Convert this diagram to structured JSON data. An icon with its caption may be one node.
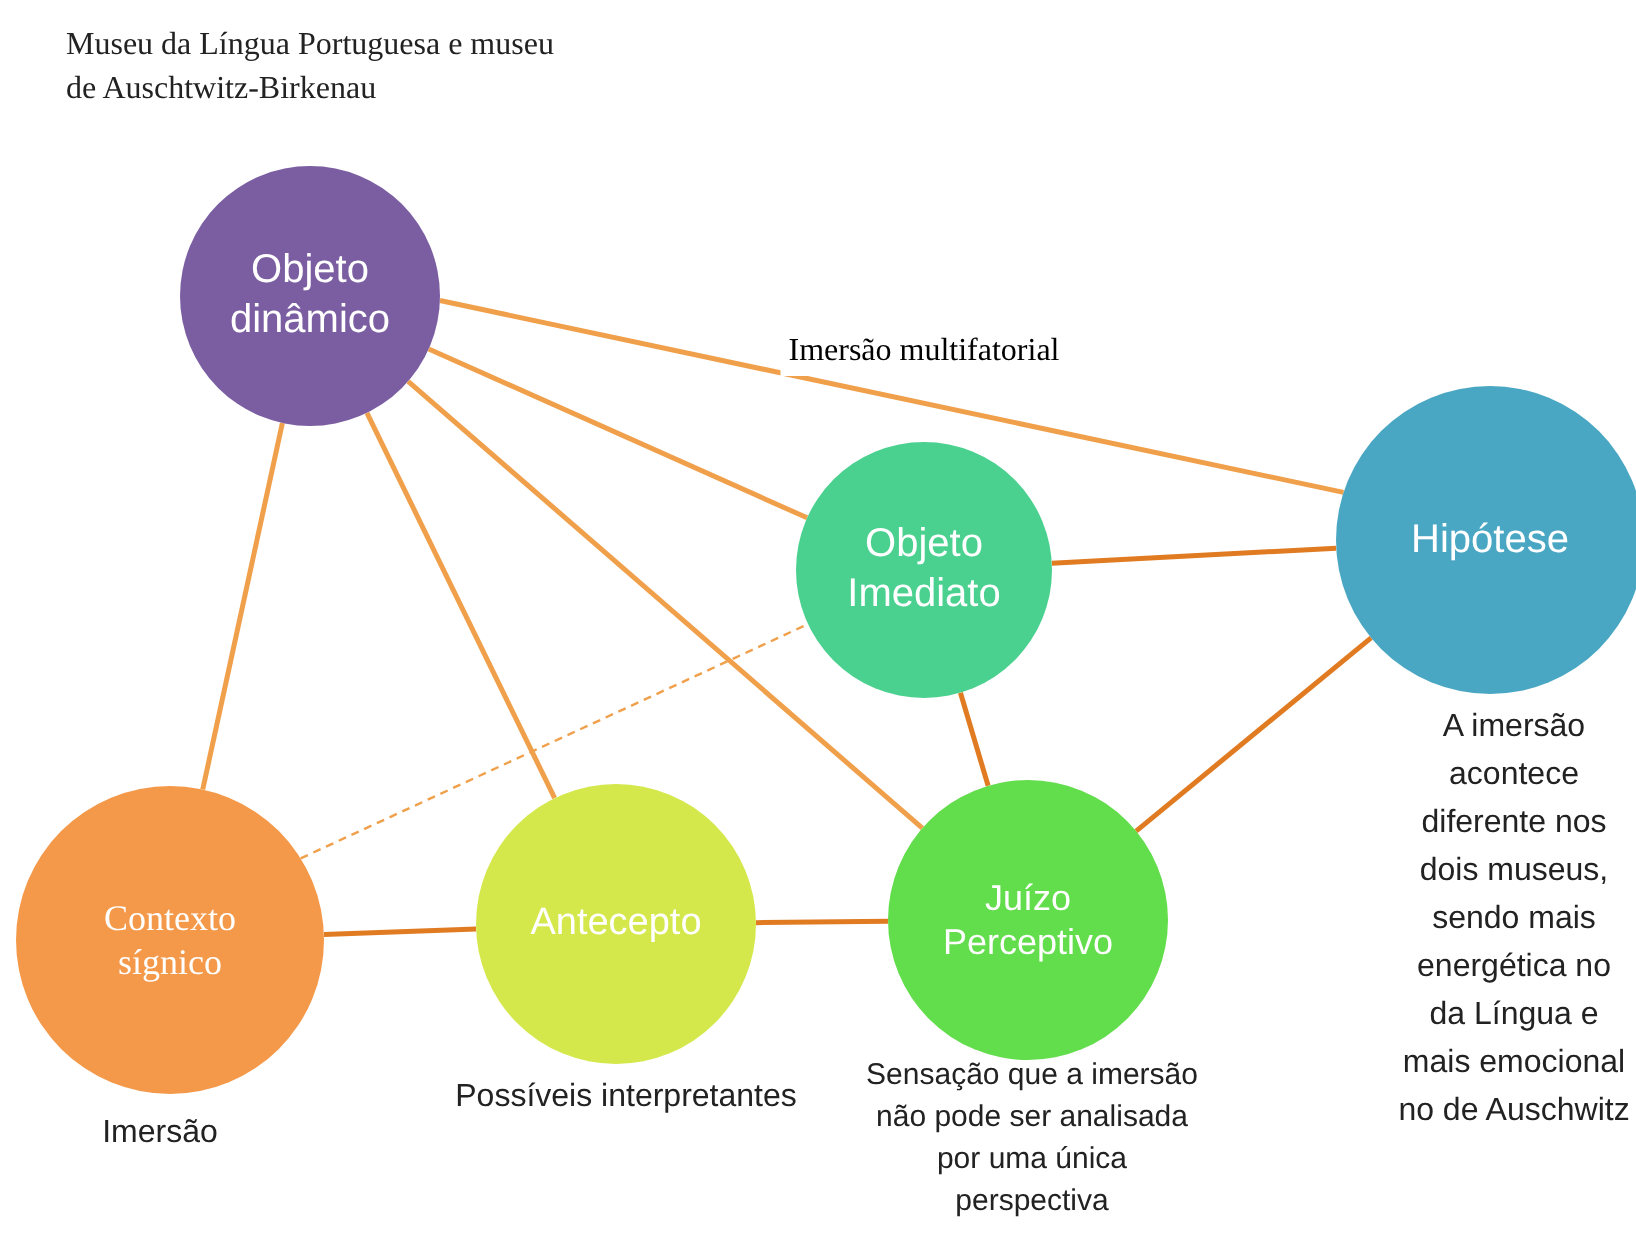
{
  "diagram": {
    "nodes": [
      {
        "text": [
          "Objeto dinâmico"
        ],
        "beside": [
          "Museu da Língua Portuguesa e museu de Auschtwitz-Birkenau"
        ]
      },
      {
        "text": [
          "Objeto Imediato"
        ]
      },
      {
        "text": [
          "Hipótese"
        ],
        "beside": [
          "A imersão acontece diferente nos dois museus, sendo mais energética no da Língua e mais emocional no de Auschwitz"
        ]
      },
      {
        "text": [
          "Contexto sígnico"
        ],
        "beside": [
          "Imersão"
        ]
      },
      {
        "text": [
          "Antecepto"
        ],
        "beside": [
          "Possíveis interpretantes"
        ]
      },
      {
        "text": [
          "Juízo Perceptivo"
        ],
        "beside": [
          "Sensação que a  imersão não pode ser analisada por uma única perspectiva"
        ]
      }
    ],
    "edges": [
      {
        "from": 0,
        "to": 2,
        "arrow": "none",
        "label": "Imersão multifatorial"
      },
      {
        "from": 0,
        "to": 1,
        "arrow": "none"
      },
      {
        "from": 0,
        "to": 5,
        "arrow": "none"
      },
      {
        "from": 0,
        "to": 4,
        "arrow": "none"
      },
      {
        "from": 0,
        "to": 3,
        "arrow": "none"
      },
      {
        "from": 1,
        "to": 2,
        "arrow": "none",
        "color": "#e07b22"
      },
      {
        "from": 1,
        "to": 5,
        "arrow": "none",
        "color": "#e07b22"
      },
      {
        "from": 5,
        "to": 2,
        "arrow": "none",
        "color": "#e07b22"
      },
      {
        "from": 3,
        "to": 1,
        "arrow": "none",
        "style": "dashed"
      },
      {
        "from": 3,
        "to": 4,
        "arrow": "none",
        "color": "#e07b22"
      },
      {
        "from": 4,
        "to": 5,
        "arrow": "none",
        "color": "#e07b22"
      }
    ]
  }
}
